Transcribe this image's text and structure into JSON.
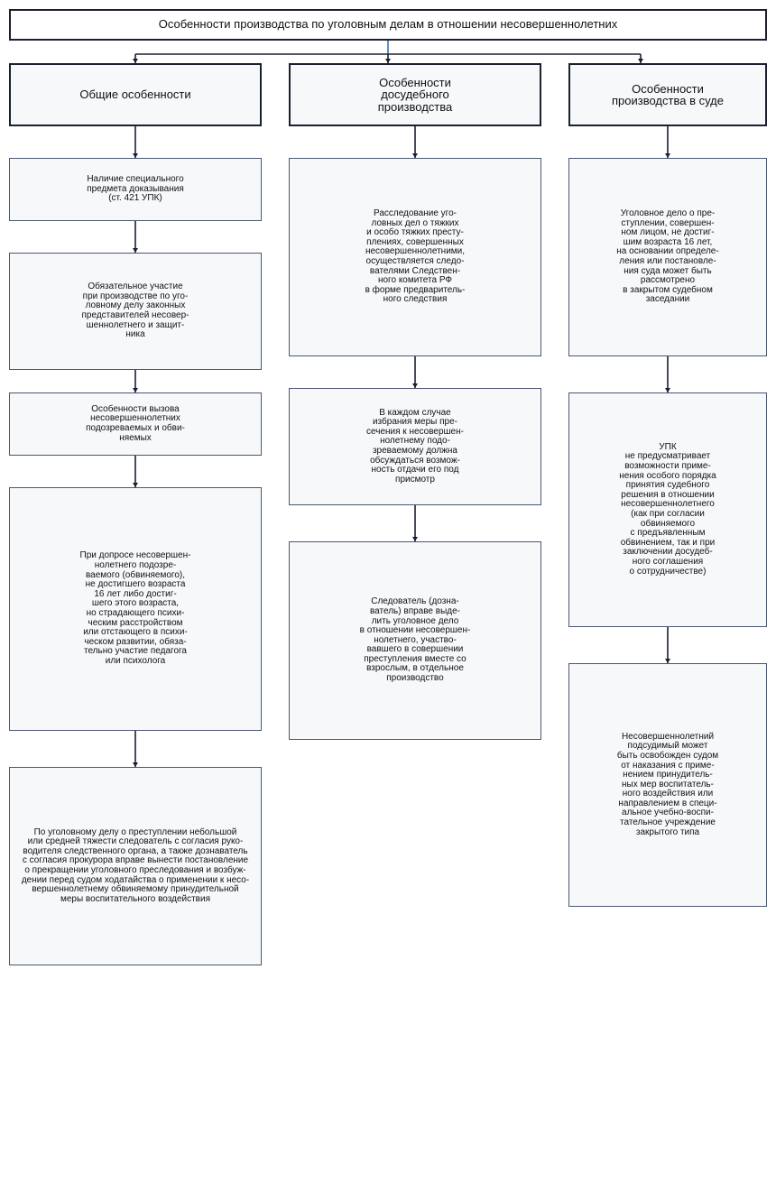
{
  "title": "Особенности производства по уголовным делам в отношении несовершеннолетних",
  "colors": {
    "border": "#1b1f2e",
    "box_fill": "#f6f8fa",
    "connector": "#1b1f2e",
    "connector_accent": "#3a6fb0"
  },
  "columns": [
    {
      "header": "Общие особенности",
      "items": [
        "Наличие специального\nпредмета доказывания\n(ст. 421 УПК)",
        "Обязательное участие\nпри производстве по уго-\nловному делу законных\nпредставителей несовер-\nшеннолетнего и защит-\nника",
        "Особенности вызова\nнесовершеннолетних\nподозреваемых и обви-\nняемых",
        "При допросе несовершен-\nнолетнего подозре-\nваемого (обвиняемого),\nне достигшего возраста\n16 лет либо достиг-\nшего этого возраста,\nно страдающего психи-\nческим расстройством\nили отстающего в психи-\nческом развитии, обяза-\nтельно участие педагога\nили психолога",
        "По уголовному делу о преступлении небольшой\nили средней тяжести следователь с согласия руко-\nводителя следственного органа, а также дознаватель\nс согласия прокурора вправе вынести постановление\nо прекращении уголовного преследования и возбуж-\nдении перед судом ходатайства о применении к несо-\nвершеннолетнему обвиняемому принудительной\nмеры воспитательного воздействия"
      ]
    },
    {
      "header": "Особенности\nдосудебного\nпроизводства",
      "items": [
        "Расследование уго-\nловных дел о тяжких\nи особо тяжких престу-\nплениях, совершенных\nнесовершеннолетними,\nосуществляется следо-\nвателями Следствен-\nного комитета РФ\nв форме предваритель-\nного следствия",
        "В каждом случае\nизбрания меры пре-\nсечения к несовершен-\nнолетнему подо-\nзреваемому должна\nобсуждаться возмож-\nность отдачи его под\nприсмотр",
        "Следователь (дозна-\nватель) вправе выде-\nлить уголовное дело\nв отношении несовершен-\nнолетнего, участво-\nвавшего в совершении\nпреступления вместе со\nвзрослым, в отдельное\nпроизводство"
      ]
    },
    {
      "header": "Особенности\nпроизводства в суде",
      "items": [
        "Уголовное дело о пре-\nступлении, совершен-\nном лицом, не достиг-\nшим возраста 16 лет,\nна основании определе-\nления или постановле-\nния суда может быть\nрассмотрено\nв закрытом судебном\nзаседании",
        "УПК\nне предусматривает\nвозможности приме-\nнения особого порядка\nпринятия судебного\nрешения в отношении\nнесовершеннолетнего\n(как при согласии\nобвиняемого\nс предъявленным\nобвинением, так и при\nзаключении досудеб-\nного соглашения\nо сотрудничестве)",
        "Несовершеннолетний\nподсудимый может\nбыть освобожден судом\nот наказания с приме-\nнением принудитель-\nных мер воспитатель-\nного воздействия или\nнаправлением в специ-\nальное учебно-воспи-\nтательное учреждение\nзакрытого типа"
      ]
    }
  ]
}
